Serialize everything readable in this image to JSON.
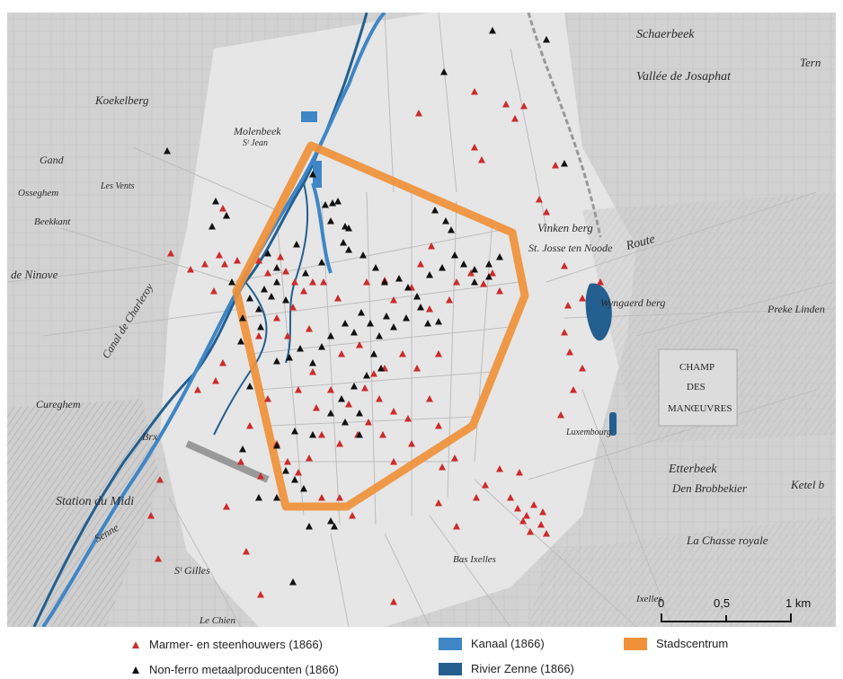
{
  "place_labels": {
    "schaerbeek": "Schaerbeek",
    "koekelberg": "Koekelberg",
    "molenbeek": "Molenbeek",
    "molenbeek_sub": "Sᵗ Jean",
    "osseghem": "Osseghem",
    "beekkant": "Beekkant",
    "les_vents": "Les Vents",
    "ninove": "de Ninove",
    "st_josse": "St. Josse ten Noode",
    "vinkenberg": "Vinken berg",
    "route": "Route",
    "wyngaerd": "Wyngaerd berg",
    "preke_linden": "Preke Linden",
    "vallee_josaphat": "Vallée de Josaphat",
    "champ": "CHAMP",
    "des": "DES",
    "manoeuvres": "MANŒUVRES",
    "cureghem": "Cureghem",
    "station_midi": "Station du Midi",
    "senne": "Senne",
    "st_gilles": "Sᵗ Gilles",
    "le_chien": "Le Chien",
    "etterbeek": "Etterbeek",
    "den_brobbekier": "Den Brobbekier",
    "ketel": "Ketel b",
    "chasse_royale": "La Chasse royale",
    "bas_ixelles": "Bas Ixelles",
    "ixelles": "Ixelles",
    "luxembourg": "Luxembourg",
    "canal": "Canal de Charleroy",
    "brxl": "Brx",
    "gand": "Gand",
    "terne": "Tern"
  },
  "scale": {
    "tick0": "0",
    "tick1": "0,5",
    "tick2": "1 km"
  },
  "legend": [
    {
      "label": "Marmer- en steenhouwers (1866)",
      "symbol": "red-triangle",
      "color": "#cc2b2b"
    },
    {
      "label": "Non-ferro metaalproducenten (1866)",
      "symbol": "black-triangle",
      "color": "#111111"
    },
    {
      "label": "Kanaal (1866)",
      "symbol": "swatch",
      "color": "#3f86c6"
    },
    {
      "label": "Rivier Zenne (1866)",
      "symbol": "swatch",
      "color": "#235f8f"
    },
    {
      "label": "Stadscentrum",
      "symbol": "swatch",
      "color": "#f0913a"
    }
  ],
  "colors": {
    "marble": "#cc2b2b",
    "nonferro": "#111111",
    "canal": "#3f86c6",
    "zenne": "#235f8f",
    "centre": "#f0913a"
  }
}
